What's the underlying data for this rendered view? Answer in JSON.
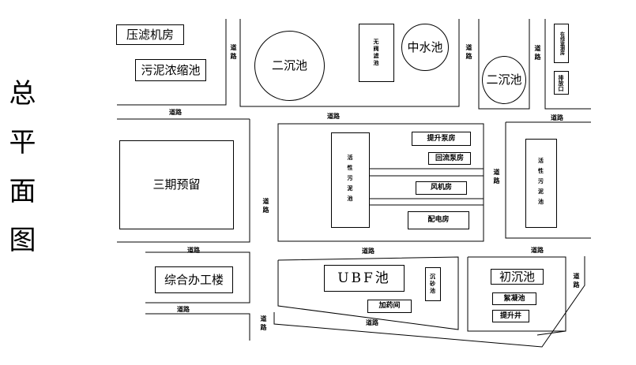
{
  "title": "总平面图",
  "labels": {
    "filter_room": "压滤机房",
    "sludge_thickener": "污泥浓缩池",
    "secondary_clarifier_1": "二沉池",
    "valveless_filter": "无阀滤池",
    "reclaimed_pool": "中水池",
    "secondary_clarifier_2": "二沉池",
    "dosing_room": "在线监测房",
    "discharge_outlet": "排放口",
    "phase_three": "三期预留",
    "activated_sludge_left": "活性污泥池",
    "lift_pump_room": "提升泵房",
    "return_pump_room": "回流泵房",
    "blower_room": "风机房",
    "power_room": "配电房",
    "activated_sludge_right": "活性污泥池",
    "office_building": "综合办工楼",
    "ubf_tank": "UBF池",
    "grit_chamber": "沉砂池",
    "chemical_room": "加药间",
    "primary_clarifier": "初沉池",
    "coagulation_tank": "絮凝池",
    "lift_well": "提升井"
  },
  "road": "道路",
  "colors": {
    "line": "#000000",
    "background": "#ffffff"
  }
}
